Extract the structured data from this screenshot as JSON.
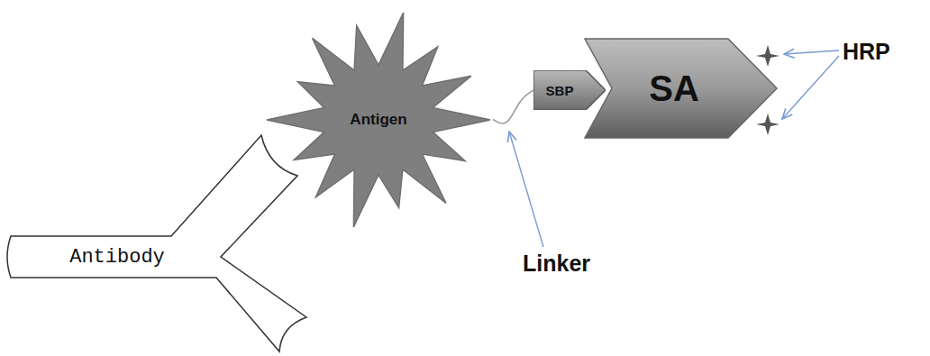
{
  "diagram": {
    "nodes": [
      {
        "text": [
          "Antibody"
        ]
      },
      {
        "text": [
          "Antigen"
        ]
      },
      {
        "text": [
          "SBP"
        ]
      },
      {
        "text": [
          "SA"
        ]
      }
    ],
    "edges": [
      {
        "from": 1,
        "to": 2,
        "arrow": "none"
      }
    ],
    "labels": [
      "Linker",
      "HRP"
    ]
  }
}
